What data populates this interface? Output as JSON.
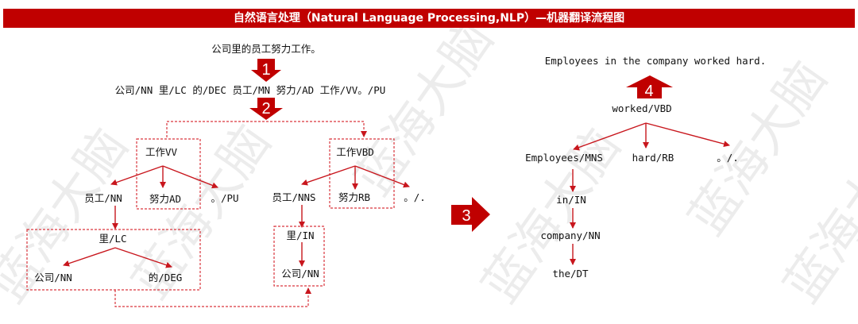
{
  "title": "自然语言处理（Natural Language Processing,NLP）—机器翻译流程图",
  "watermark": "蓝海大脑",
  "colors": {
    "accent": "#c00000",
    "arrow": "#c8161d"
  },
  "steps": [
    "1",
    "2",
    "3",
    "4"
  ],
  "source_sentence": "公司里的员工努力工作。",
  "tagged_sentence": "公司/NN 里/LC 的/DEC 员工/MN 努力/AD 工作/VV。/PU",
  "chinese_tree": {
    "root": "工作VV",
    "children": [
      "员工/NN",
      "努力AD",
      "。/PU"
    ],
    "sub_root": "里/LC",
    "sub_children": [
      "公司/NN",
      "的/DEG"
    ]
  },
  "mapped_tree": {
    "root": "工作VBD",
    "children": [
      "员工/NNS",
      "努力RB",
      "。/."
    ],
    "sub_root": "里/IN",
    "sub_child": "公司/NN"
  },
  "english_tree": {
    "root": "worked/VBD",
    "children": [
      "Employees/MNS",
      "hard/RB",
      "。/."
    ],
    "chain": [
      "in/IN",
      "company/NN",
      "the/DT"
    ]
  },
  "target_sentence": "Employees in the company worked hard."
}
